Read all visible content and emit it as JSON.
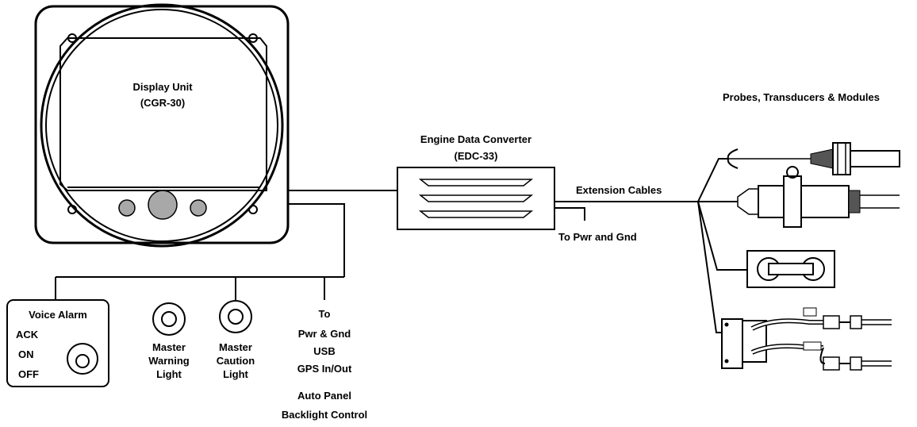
{
  "display_unit": {
    "title": "Display Unit",
    "model": "(CGR-30)"
  },
  "edc": {
    "title": "Engine Data Converter",
    "model": "(EDC-33)"
  },
  "probes_title": "Probes, Transducers & Modules",
  "extension_cables": "Extension Cables",
  "edc_power": "To Pwr and Gnd",
  "voice_alarm": {
    "title": "Voice Alarm",
    "ack": "ACK",
    "on": "ON",
    "off": "OFF"
  },
  "master_warning": {
    "line1": "Master",
    "line2": "Warning",
    "line3": "Light"
  },
  "master_caution": {
    "line1": "Master",
    "line2": "Caution",
    "line3": "Light"
  },
  "connections": {
    "line1": "To",
    "line2": "Pwr & Gnd",
    "line3": "USB",
    "line4": "GPS In/Out",
    "line5": "Auto Panel",
    "line6": "Backlight Control"
  }
}
